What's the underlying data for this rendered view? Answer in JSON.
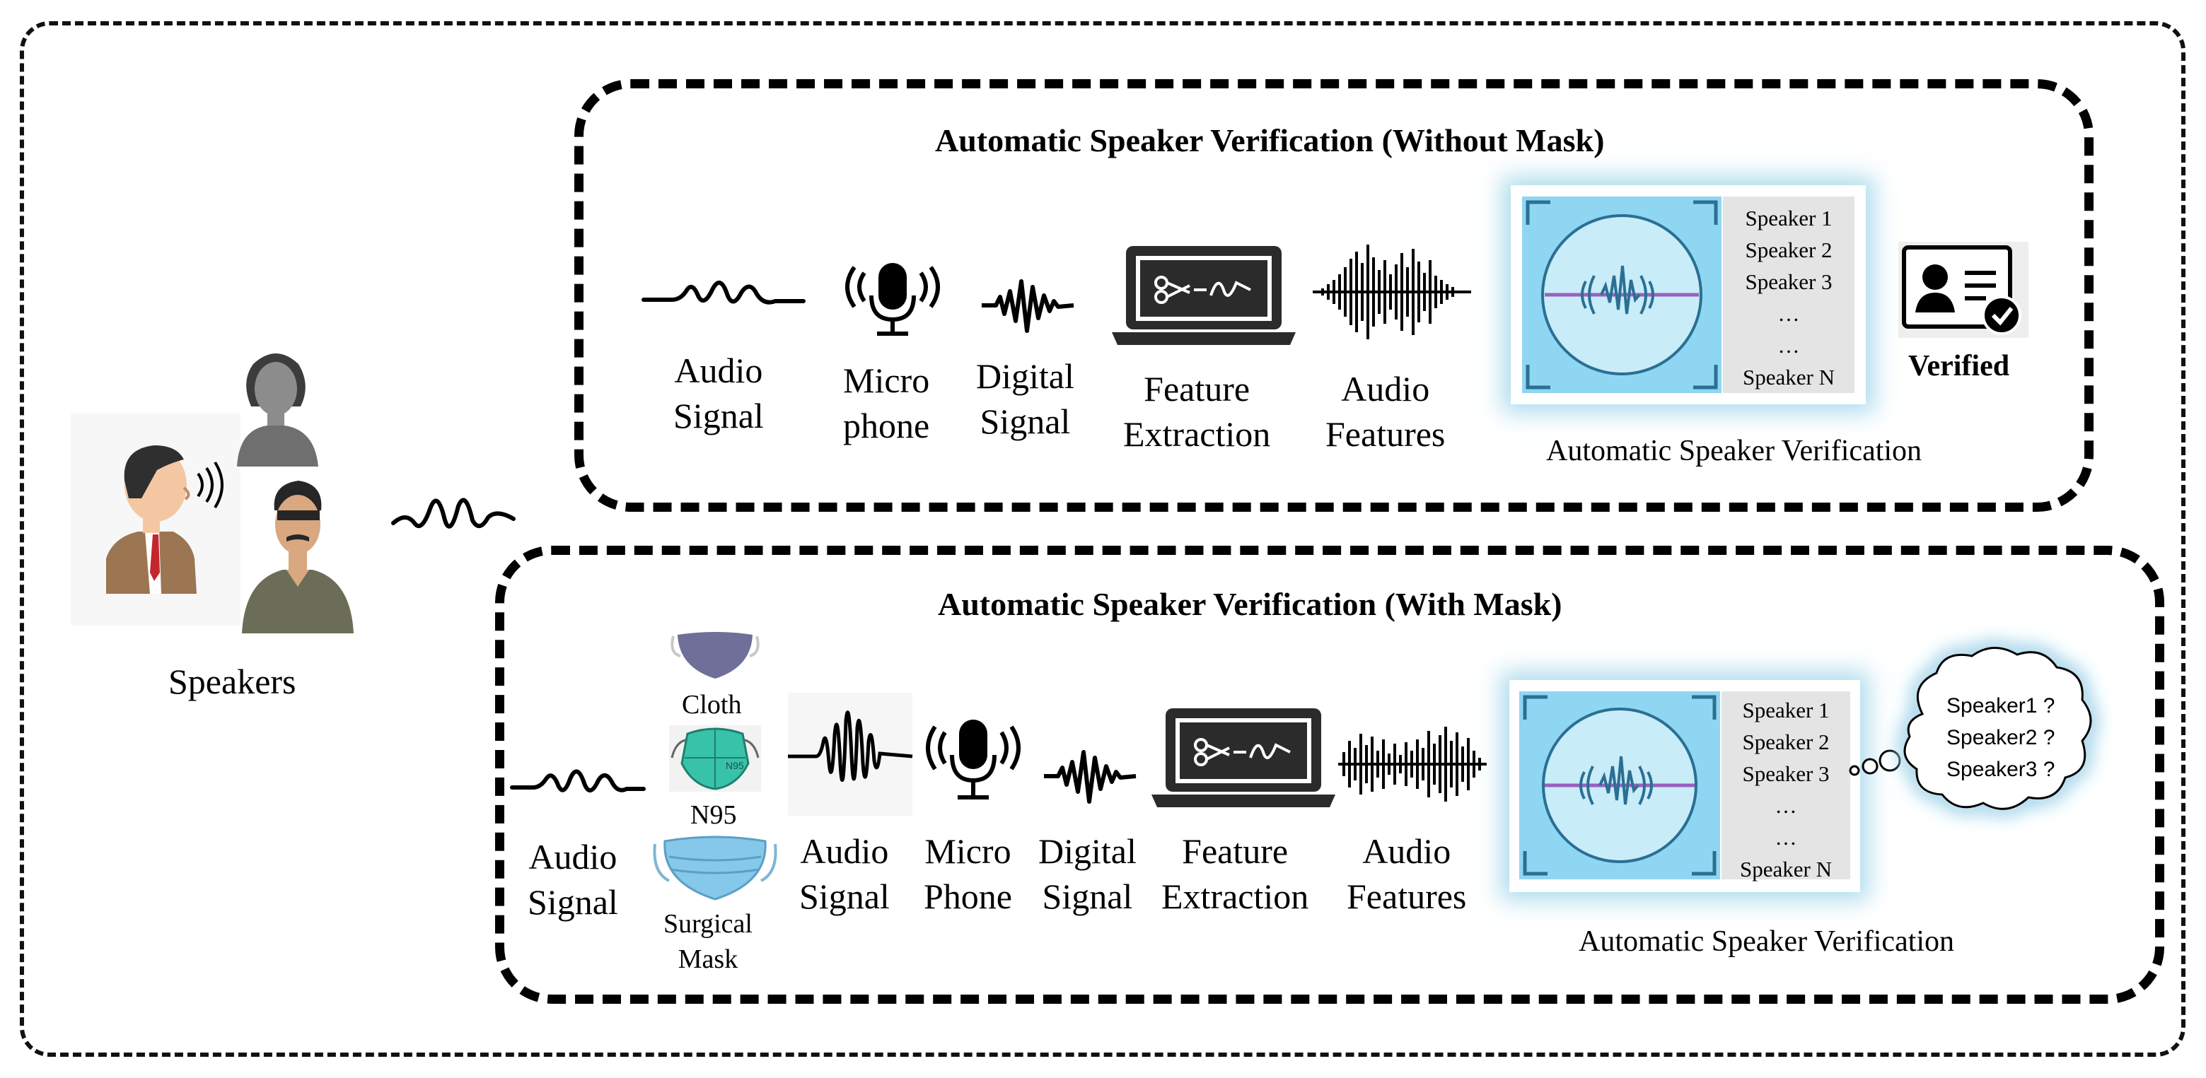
{
  "speakers_label": "Speakers",
  "top": {
    "title": "Automatic Speaker Verification (Without Mask)",
    "stages": [
      {
        "line1": "Audio",
        "line2": "Signal"
      },
      {
        "line1": "Micro",
        "line2": "phone"
      },
      {
        "line1": "Digital",
        "line2": "Signal"
      },
      {
        "line1": "Feature",
        "line2": "Extraction"
      },
      {
        "line1": "Audio",
        "line2": "Features"
      }
    ],
    "speaker_list": [
      "Speaker 1",
      "Speaker 2",
      "Speaker 3",
      "…",
      "…",
      "Speaker N"
    ],
    "asv_label": "Automatic Speaker Verification",
    "result": "Verified"
  },
  "bottom": {
    "title": "Automatic Speaker Verification (With Mask)",
    "input": {
      "line1": "Audio",
      "line2": "Signal"
    },
    "masks": {
      "cloth": "Cloth",
      "n95": "N95",
      "surgical_line1": "Surgical",
      "surgical_line2": "Mask",
      "n95_print": "N95"
    },
    "stages": [
      {
        "line1": "Audio",
        "line2": "Signal"
      },
      {
        "line1": "Micro",
        "line2": "Phone"
      },
      {
        "line1": "Digital",
        "line2": "Signal"
      },
      {
        "line1": "Feature",
        "line2": "Extraction"
      },
      {
        "line1": "Audio",
        "line2": "Features"
      }
    ],
    "speaker_list": [
      "Speaker 1",
      "Speaker 2",
      "Speaker 3",
      "…",
      "…",
      "Speaker N"
    ],
    "asv_label": "Automatic Speaker Verification",
    "cloud": [
      "Speaker1 ?",
      "Speaker2 ?",
      "Speaker3 ?"
    ]
  },
  "colors": {
    "asv_blue": "#8fd6f2",
    "mask_cloth": "#6f6f99",
    "mask_n95": "#38c2aa",
    "mask_surgical": "#86c8ea",
    "suit_brown": "#9c7552",
    "tie_red": "#c4262e"
  }
}
